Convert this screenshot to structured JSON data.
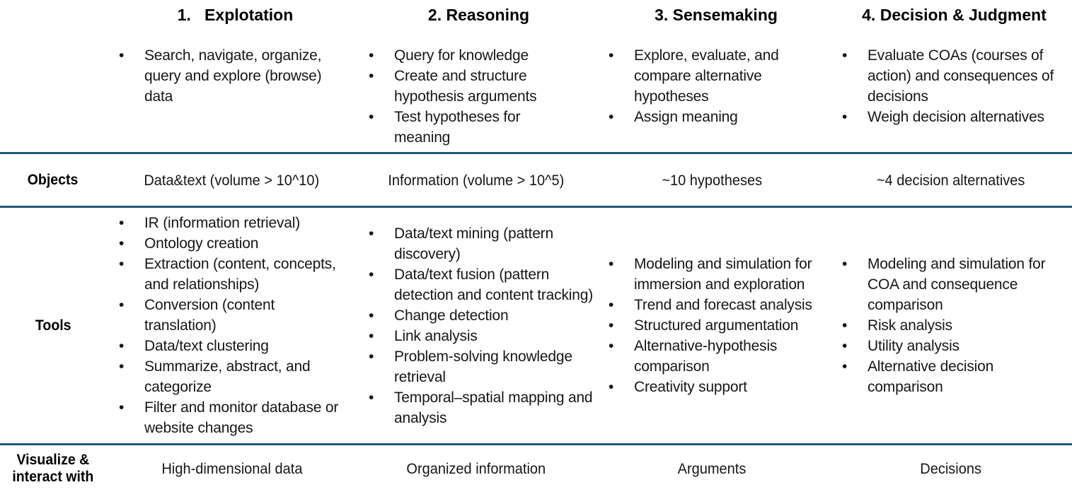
{
  "colors": {
    "divider_line": "#1e5878",
    "text": "#161616"
  },
  "row_labels": {
    "objects": "Objects",
    "tools": "Tools",
    "visualize": "Visualize &\ninteract with"
  },
  "columns": [
    {
      "id": "explotation",
      "header": "1.   Explotation",
      "activities": [
        "Search, navigate, organize, query and explore (browse) data"
      ],
      "objects": "Data&text (volume > 10^10)",
      "tools": [
        "IR (information retrieval)",
        "Ontology creation",
        "Extraction (content, concepts, and relationships)",
        "Conversion (content translation)",
        "Data/text clustering",
        "Summarize, abstract, and categorize",
        "Filter and monitor database or website changes"
      ],
      "visualize": "High-dimensional data"
    },
    {
      "id": "reasoning",
      "header": "2. Reasoning",
      "activities": [
        "Query for knowledge",
        "Create and structure hypothesis arguments",
        "Test hypotheses for meaning"
      ],
      "objects": "Information (volume > 10^5)",
      "tools": [
        "Data/text mining (pattern discovery)",
        "Data/text fusion (pattern detection and content tracking)",
        "Change detection",
        "Link analysis",
        "Problem-solving knowledge retrieval",
        "Temporal–spatial mapping and analysis"
      ],
      "visualize": "Organized information"
    },
    {
      "id": "sensemaking",
      "header": "3. Sensemaking",
      "activities": [
        "Explore, evaluate, and compare alternative hypotheses",
        "Assign meaning"
      ],
      "objects": "~10 hypotheses",
      "tools": [
        "Modeling and simulation for immersion and exploration",
        "Trend and forecast analysis",
        "Structured argumentation",
        "Alternative-hypothesis comparison",
        "Creativity support"
      ],
      "visualize": "Arguments"
    },
    {
      "id": "decision-judgment",
      "header": "4. Decision & Judgment",
      "activities": [
        "Evaluate COAs (courses of action) and consequences of decisions",
        "Weigh decision alternatives"
      ],
      "objects": "~4 decision alternatives",
      "tools": [
        "Modeling and simulation for COA and consequence comparison",
        "Risk analysis",
        "Utility analysis",
        "Alternative decision comparison"
      ],
      "visualize": "Decisions"
    }
  ]
}
